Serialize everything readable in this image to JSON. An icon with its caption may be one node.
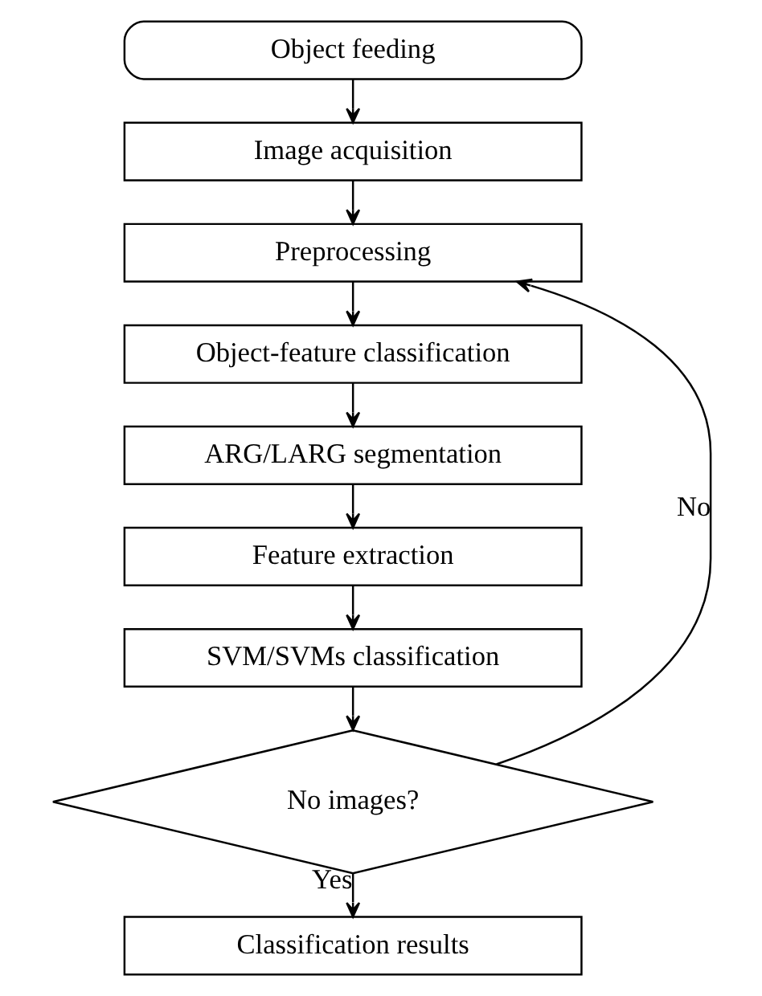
{
  "diagram": {
    "nodes": [
      {
        "text": [
          "Object feeding"
        ]
      },
      {
        "text": [
          "Image acquisition"
        ]
      },
      {
        "text": [
          "Preprocessing"
        ]
      },
      {
        "text": [
          "Object-feature classification"
        ]
      },
      {
        "text": [
          "ARG/LARG segmentation"
        ]
      },
      {
        "text": [
          "Feature extraction"
        ]
      },
      {
        "text": [
          "SVM/SVMs classification"
        ]
      },
      {
        "text": [
          "No images?"
        ]
      },
      {
        "text": [
          "Classification results"
        ]
      }
    ],
    "edges": [
      {
        "from": 0,
        "to": 1,
        "arrow": "to"
      },
      {
        "from": 1,
        "to": 2,
        "arrow": "to"
      },
      {
        "from": 2,
        "to": 3,
        "arrow": "to"
      },
      {
        "from": 3,
        "to": 4,
        "arrow": "to"
      },
      {
        "from": 4,
        "to": 5,
        "arrow": "to"
      },
      {
        "from": 5,
        "to": 6,
        "arrow": "to"
      },
      {
        "from": 6,
        "to": 7,
        "arrow": "to"
      },
      {
        "from": 7,
        "to": 2,
        "arrow": "to",
        "label": "No"
      },
      {
        "from": 7,
        "to": 8,
        "arrow": "to",
        "label": "Yes"
      }
    ]
  }
}
